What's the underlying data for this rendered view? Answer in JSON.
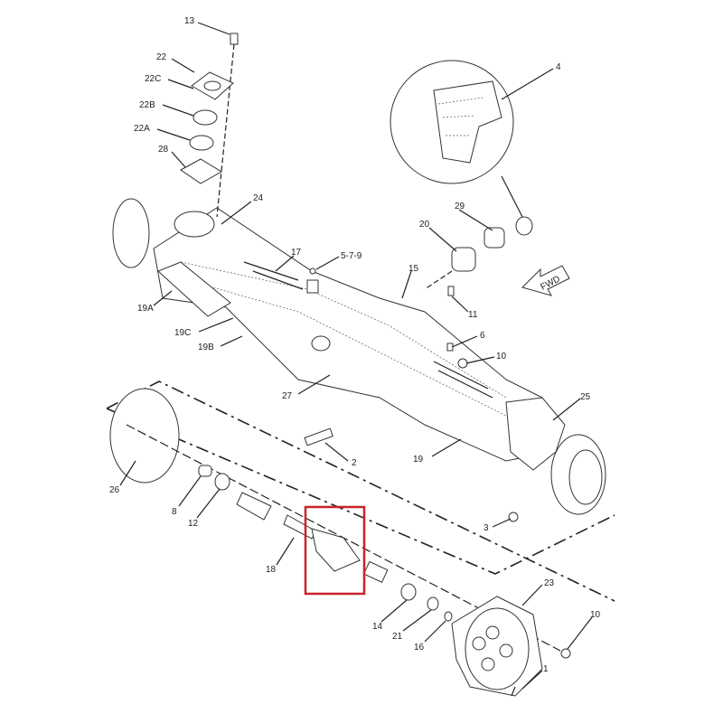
{
  "diagram": {
    "highlight_color": "#c8232c",
    "fwd_label": "FWD",
    "callouts": {
      "c13": "13",
      "c22": "22",
      "c22c": "22C",
      "c22b": "22B",
      "c22a": "22A",
      "c28": "28",
      "c24": "24",
      "c4": "4",
      "c29": "29",
      "c20": "20",
      "c579": "5-7-9",
      "c17": "17",
      "c15": "15",
      "c11": "11",
      "c19a": "19A",
      "c19c": "19C",
      "c19b": "19B",
      "c6": "6",
      "c10a": "10",
      "c27": "27",
      "c25": "25",
      "c2": "2",
      "c19": "19",
      "c26": "26",
      "c8": "8",
      "c12": "12",
      "c18": "18",
      "c3": "3",
      "c23": "23",
      "c14": "14",
      "c21": "21",
      "c16": "16",
      "c10b": "10",
      "c1": "1"
    }
  }
}
